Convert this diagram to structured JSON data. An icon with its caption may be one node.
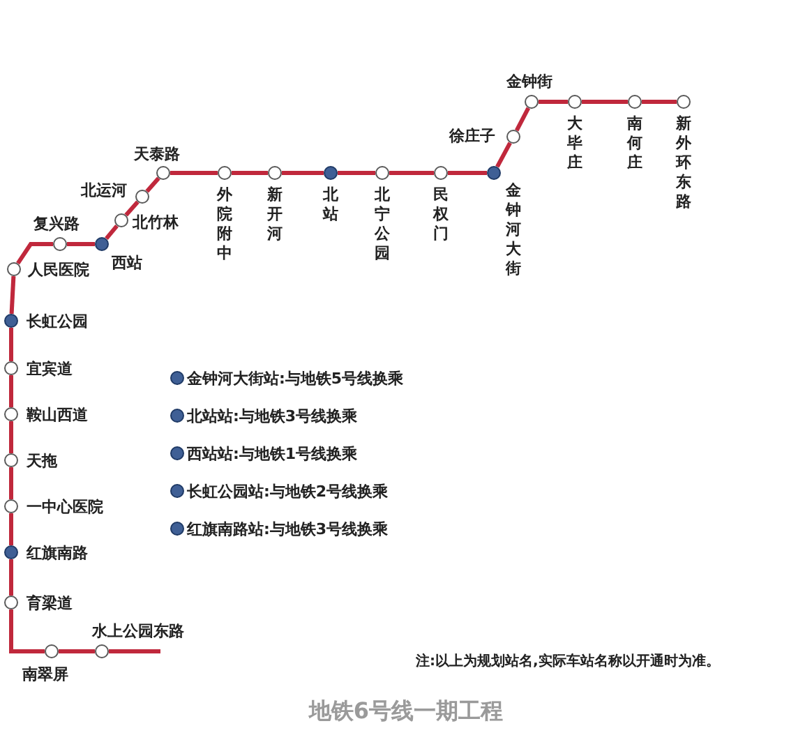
{
  "diagram": {
    "caption": "地铁6号线一期工程",
    "nodes": [
      {
        "text": [
          "水上公园东路"
        ]
      },
      {
        "text": [
          "南翠屏"
        ]
      },
      {
        "text": [
          "育梁道"
        ]
      },
      {
        "text": [
          "红旗南路"
        ]
      },
      {
        "text": [
          "一中心医院"
        ]
      },
      {
        "text": [
          "天拖"
        ]
      },
      {
        "text": [
          "鞍山西道"
        ]
      },
      {
        "text": [
          "宜宾道"
        ]
      },
      {
        "text": [
          "长虹公园"
        ]
      },
      {
        "text": [
          "人民医院"
        ]
      },
      {
        "text": [
          "复兴路"
        ]
      },
      {
        "text": [
          "西站"
        ]
      },
      {
        "text": [
          "北竹林"
        ]
      },
      {
        "text": [
          "北运河"
        ]
      },
      {
        "text": [
          "天泰路"
        ]
      },
      {
        "text": [
          "外院附中"
        ]
      },
      {
        "text": [
          "新开河"
        ]
      },
      {
        "text": [
          "北站"
        ]
      },
      {
        "text": [
          "北宁公园"
        ]
      },
      {
        "text": [
          "民权门"
        ]
      },
      {
        "text": [
          "金钟河大街"
        ]
      },
      {
        "text": [
          "徐庄子"
        ]
      },
      {
        "text": [
          "金钟街"
        ]
      },
      {
        "text": [
          "大毕庄"
        ]
      },
      {
        "text": [
          "南何庄"
        ]
      },
      {
        "text": [
          "新外环东路"
        ]
      }
    ],
    "edges": [
      {
        "from": null,
        "to": 0,
        "arrow": "none"
      },
      {
        "from": 0,
        "to": 1,
        "arrow": "none"
      },
      {
        "from": 1,
        "to": 2,
        "arrow": "none"
      },
      {
        "from": 2,
        "to": 3,
        "arrow": "none"
      },
      {
        "from": 3,
        "to": 4,
        "arrow": "none"
      },
      {
        "from": 4,
        "to": 5,
        "arrow": "none"
      },
      {
        "from": 5,
        "to": 6,
        "arrow": "none"
      },
      {
        "from": 6,
        "to": 7,
        "arrow": "none"
      },
      {
        "from": 7,
        "to": 8,
        "arrow": "none"
      },
      {
        "from": 8,
        "to": 9,
        "arrow": "none"
      },
      {
        "from": 9,
        "to": 10,
        "arrow": "none"
      },
      {
        "from": 10,
        "to": 11,
        "arrow": "none"
      },
      {
        "from": 11,
        "to": 12,
        "arrow": "none"
      },
      {
        "from": 12,
        "to": 13,
        "arrow": "none"
      },
      {
        "from": 13,
        "to": 14,
        "arrow": "none"
      },
      {
        "from": 14,
        "to": 15,
        "arrow": "none"
      },
      {
        "from": 15,
        "to": 16,
        "arrow": "none"
      },
      {
        "from": 16,
        "to": 17,
        "arrow": "none"
      },
      {
        "from": 17,
        "to": 18,
        "arrow": "none"
      },
      {
        "from": 18,
        "to": 19,
        "arrow": "none"
      },
      {
        "from": 19,
        "to": 20,
        "arrow": "none"
      },
      {
        "from": 20,
        "to": 21,
        "arrow": "none"
      },
      {
        "from": 21,
        "to": 22,
        "arrow": "none"
      },
      {
        "from": 22,
        "to": 23,
        "arrow": "none"
      },
      {
        "from": 23,
        "to": 24,
        "arrow": "none"
      },
      {
        "from": 24,
        "to": 25,
        "arrow": "none"
      }
    ],
    "labels": [
      "注:以上为规划站名,实际车站名称以开通时为准。"
    ],
    "legend": [
      {
        "text": "金钟河大街站:与地铁5号线换乘",
        "color": "#3f5f95"
      },
      {
        "text": "北站站:与地铁3号线换乘",
        "color": "#3f5f95"
      },
      {
        "text": "西站站:与地铁1号线换乘",
        "color": "#3f5f95"
      },
      {
        "text": "长虹公园站:与地铁2号线换乘",
        "color": "#3f5f95"
      },
      {
        "text": "红旗南路站:与地铁3号线换乘",
        "color": "#3f5f95"
      }
    ]
  }
}
